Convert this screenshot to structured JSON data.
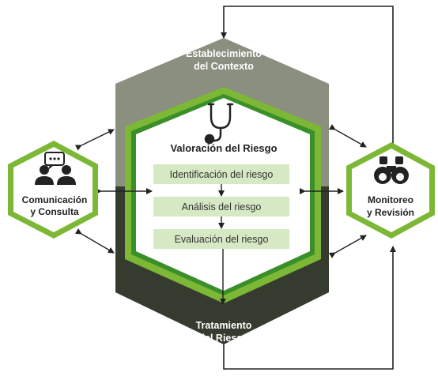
{
  "outer_hexagon": {
    "top_label_line1": "Establecimiento",
    "top_label_line2": "del Contexto",
    "bottom_label_line1": "Tratamiento",
    "bottom_label_line2": "del Riesgo",
    "colors": {
      "top": "#8a8f80",
      "bottom": "#363b2f"
    }
  },
  "inner_hexagon": {
    "title": "Valoración del Riesgo",
    "steps": [
      "Identificación del riesgo",
      "Análisis del riesgo",
      "Evaluación del riesgo"
    ],
    "colors": {
      "border": "#7cb836",
      "inner_border": "#3b8f2a",
      "step_fill": "#d6e8c4"
    }
  },
  "left_node": {
    "label_line1": "Comunicación",
    "label_line2": "y Consulta",
    "icon": "people-chat-icon"
  },
  "right_node": {
    "label_line1": "Monitoreo",
    "label_line2": "y Revisión",
    "icon": "binoculars-icon"
  },
  "top_icon": "stethoscope-icon"
}
